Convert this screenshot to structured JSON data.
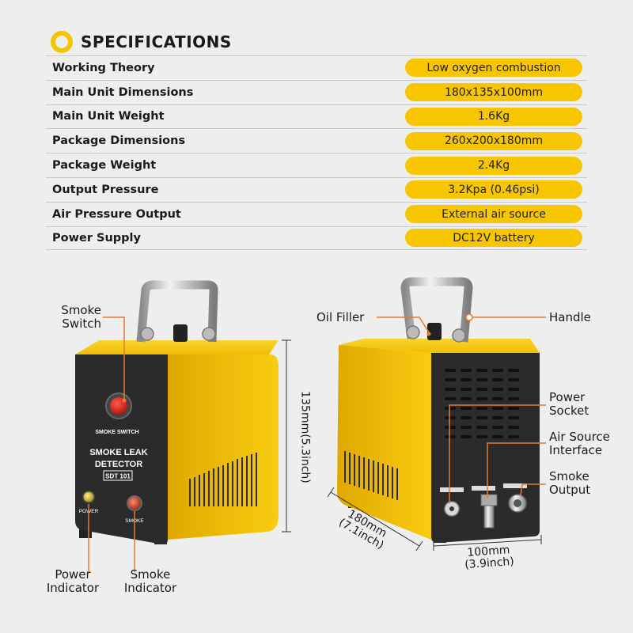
{
  "header": {
    "title": "SPECIFICATIONS",
    "icon": "ring-icon",
    "accent": "#f5c400"
  },
  "specs": [
    {
      "label": "Working Theory",
      "value": "Low oxygen combustion"
    },
    {
      "label": "Main Unit Dimensions",
      "value": "180x135x100mm"
    },
    {
      "label": "Main Unit Weight",
      "value": "1.6Kg"
    },
    {
      "label": "Package Dimensions",
      "value": "260x200x180mm"
    },
    {
      "label": "Package Weight",
      "value": "2.4Kg"
    },
    {
      "label": "Output Pressure",
      "value": "3.2Kpa (0.46psi)"
    },
    {
      "label": "Air Pressure Output",
      "value": "External air source"
    },
    {
      "label": "Power Supply",
      "value": "DC12V  battery"
    }
  ],
  "front_unit": {
    "switch_label": "SMOKE SWITCH",
    "brand_line1": "SMOKE LEAK",
    "brand_line2": "DETECTOR",
    "model": "SDT 101",
    "power_label": "POWER",
    "smoke_label": "SMOKE"
  },
  "callouts": {
    "smoke_switch_1": "Smoke",
    "smoke_switch_2": "Switch",
    "power_indicator_1": "Power",
    "power_indicator_2": "Indicator",
    "smoke_indicator_1": "Smoke",
    "smoke_indicator_2": "Indicator",
    "oil_filler": "Oil Filler",
    "handle": "Handle",
    "power_socket_1": "Power",
    "power_socket_2": "Socket",
    "air_source_1": "Air Source",
    "air_source_2": "Interface",
    "smoke_output_1": "Smoke",
    "smoke_output_2": "Output"
  },
  "dimensions": {
    "height": "135mm(5.3inch)",
    "length_1": "180mm",
    "length_2": "(7.1inch)",
    "width_1": "100mm",
    "width_2": "(3.9inch)"
  },
  "colors": {
    "body_yellow": "#f7c600",
    "panel_dark": "#2b2b2b",
    "callout_line": "#e87a2a"
  }
}
